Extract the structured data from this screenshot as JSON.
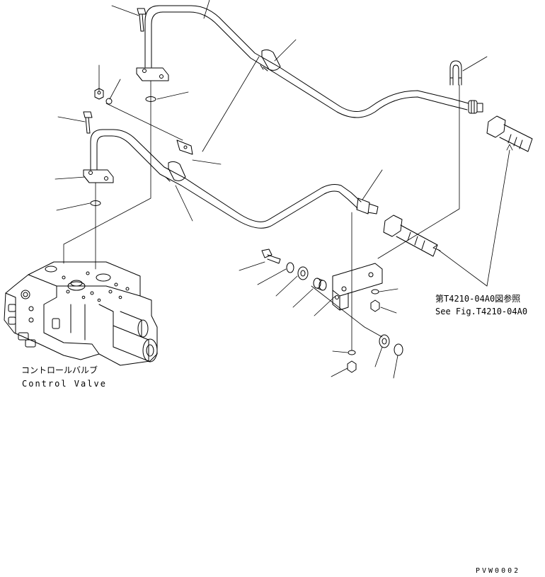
{
  "labels": {
    "control_valve_ja": "コントロールバルブ",
    "control_valve_en": "Control Valve",
    "see_fig_ja": "第T4210-04A0図参照",
    "see_fig_en": "See Fig.T4210-04A0",
    "drawing_code": "PVW0002"
  },
  "colors": {
    "line": "#000000",
    "background": "#ffffff"
  }
}
